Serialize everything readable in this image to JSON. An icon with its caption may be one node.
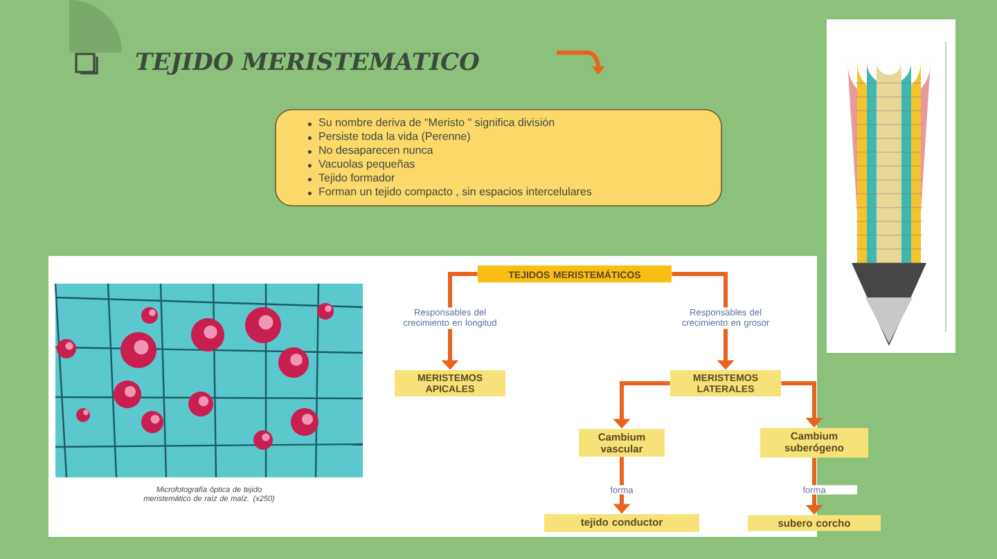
{
  "diagram": {
    "title": "TEJIDO MERISTEMATICO",
    "nodes": [
      {
        "text": [
          "Su nombre deriva de \"Meristo \" significa división",
          "Persiste toda la vida (Perenne)",
          "No desaparecen nunca",
          "Vacuolas pequeñas",
          "Tejido formador",
          "Forman un tejido compacto , sin espacios intercelulares"
        ]
      },
      {
        "text": [
          "TEJIDOS MERISTEMÁTICOS"
        ]
      },
      {
        "text": [
          "MERISTEMOS APICALES"
        ]
      },
      {
        "text": [
          "MERISTEMOS LATERALES"
        ]
      },
      {
        "text": [
          "Cambium vascular"
        ]
      },
      {
        "text": [
          "Cambium suberógeno"
        ]
      },
      {
        "text": [
          "tejido conductor"
        ]
      },
      {
        "text": [
          "subero corcho"
        ]
      }
    ],
    "edges": [
      {
        "from": 1,
        "to": 2,
        "arrow": "to",
        "label": "Responsables del crecimiento en longitud"
      },
      {
        "from": 1,
        "to": 3,
        "arrow": "to",
        "label": "Responsables del crecimiento en grosor"
      },
      {
        "from": 3,
        "to": 4,
        "arrow": "to"
      },
      {
        "from": 3,
        "to": 5,
        "arrow": "to"
      },
      {
        "from": 4,
        "to": 6,
        "arrow": "to",
        "label": "forma"
      },
      {
        "from": 5,
        "to": 7,
        "arrow": "to",
        "label": "forma"
      }
    ],
    "labels": [
      "Microfotografía óptica de tejido meristemático de raíz de maíz. (x250)"
    ]
  }
}
